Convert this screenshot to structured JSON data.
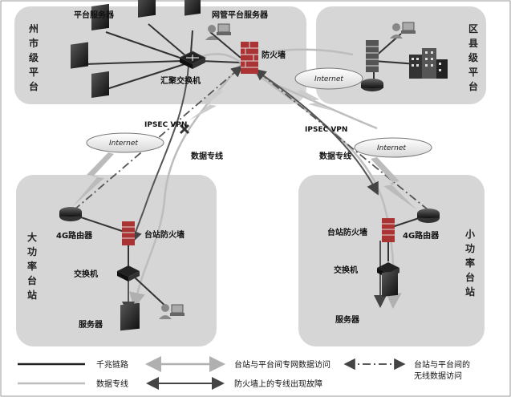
{
  "regions": {
    "city": {
      "label": "州市级平台"
    },
    "county": {
      "label": "区县级平台"
    },
    "big_station": {
      "label": "大功率台站"
    },
    "small_station": {
      "label": "小功率台站"
    }
  },
  "nodes": {
    "platform_servers": "平台服务器",
    "nms_servers": "网管平台服务器",
    "firewall": "防火墙",
    "core_switch": "汇聚交换机",
    "internet_top": "Internet",
    "internet_left": "Internet",
    "internet_right": "Internet",
    "ipsec_left": "IPSEC VPN",
    "ipsec_right": "IPSEC VPN",
    "dedicated_left": "数据专线",
    "dedicated_right": "数据专线",
    "left_router": "4G路由器",
    "left_firewall": "台站防火墙",
    "left_switch": "交换机",
    "left_server": "服务器",
    "right_router": "4G路由器",
    "right_firewall": "台站防火墙",
    "right_switch": "交换机",
    "right_server": "服务器"
  },
  "legend": {
    "gigabit": "千兆链路",
    "dedicated": "数据专线",
    "private_access": "台站与平台间专网数据访问",
    "fault": "防火墙上的专线出现故障",
    "wireless_access_line1": "台站与平台间的",
    "wireless_access_line2": "无线数据访问"
  }
}
